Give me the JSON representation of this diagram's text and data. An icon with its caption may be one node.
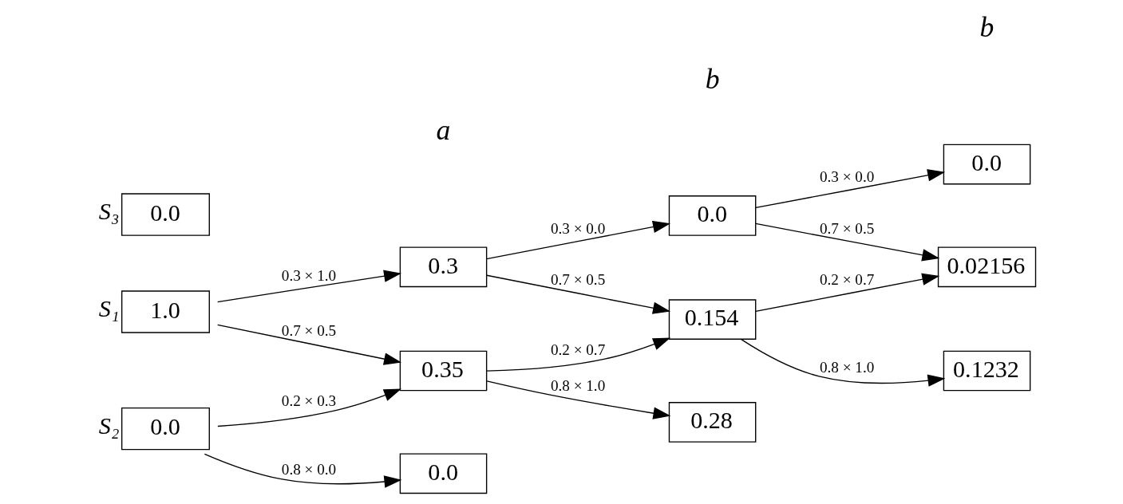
{
  "diagram": {
    "nodes": [
      {
        "text": [
          "1.0"
        ],
        "beside": [
          "S₁"
        ]
      },
      {
        "text": [
          "0.3"
        ]
      },
      {
        "text": [
          "0.0"
        ]
      },
      {
        "text": [
          "0.0"
        ]
      },
      {
        "text": [
          "0.0"
        ],
        "beside": [
          "S₂"
        ]
      },
      {
        "text": [
          "0.35"
        ]
      },
      {
        "text": [
          "0.154"
        ]
      },
      {
        "text": [
          "0.02156"
        ]
      },
      {
        "text": [
          "0.0"
        ],
        "beside": [
          "S₃"
        ]
      },
      {
        "text": [
          "0.0"
        ]
      },
      {
        "text": [
          "0.28"
        ]
      },
      {
        "text": [
          "0.1232"
        ]
      }
    ],
    "edges": [
      {
        "from": 0,
        "to": 1,
        "arrow": "to",
        "label": "0.3 × 1.0"
      },
      {
        "from": 0,
        "to": 5,
        "arrow": "to",
        "label": "0.7 × 0.5"
      },
      {
        "from": 1,
        "to": 2,
        "arrow": "to",
        "label": "0.3 × 0.0"
      },
      {
        "from": 1,
        "to": 6,
        "arrow": "to",
        "label": "0.7 × 0.5"
      },
      {
        "from": 2,
        "to": 3,
        "arrow": "to",
        "label": "0.3 × 0.0"
      },
      {
        "from": 2,
        "to": 7,
        "arrow": "to",
        "label": "0.7 × 0.5"
      },
      {
        "from": 4,
        "to": 5,
        "arrow": "to",
        "label": "0.2 × 0.3"
      },
      {
        "from": 4,
        "to": 9,
        "arrow": "to",
        "label": "0.8 × 0.0"
      },
      {
        "from": 5,
        "to": 6,
        "arrow": "to",
        "label": "0.2 × 0.7"
      },
      {
        "from": 5,
        "to": 10,
        "arrow": "to",
        "label": "0.8 × 1.0"
      },
      {
        "from": 6,
        "to": 7,
        "arrow": "to",
        "label": "0.2 × 0.7"
      },
      {
        "from": 6,
        "to": 11,
        "arrow": "to",
        "label": "0.8 × 1.0"
      }
    ],
    "labels": [
      "a",
      "b",
      "b"
    ]
  }
}
